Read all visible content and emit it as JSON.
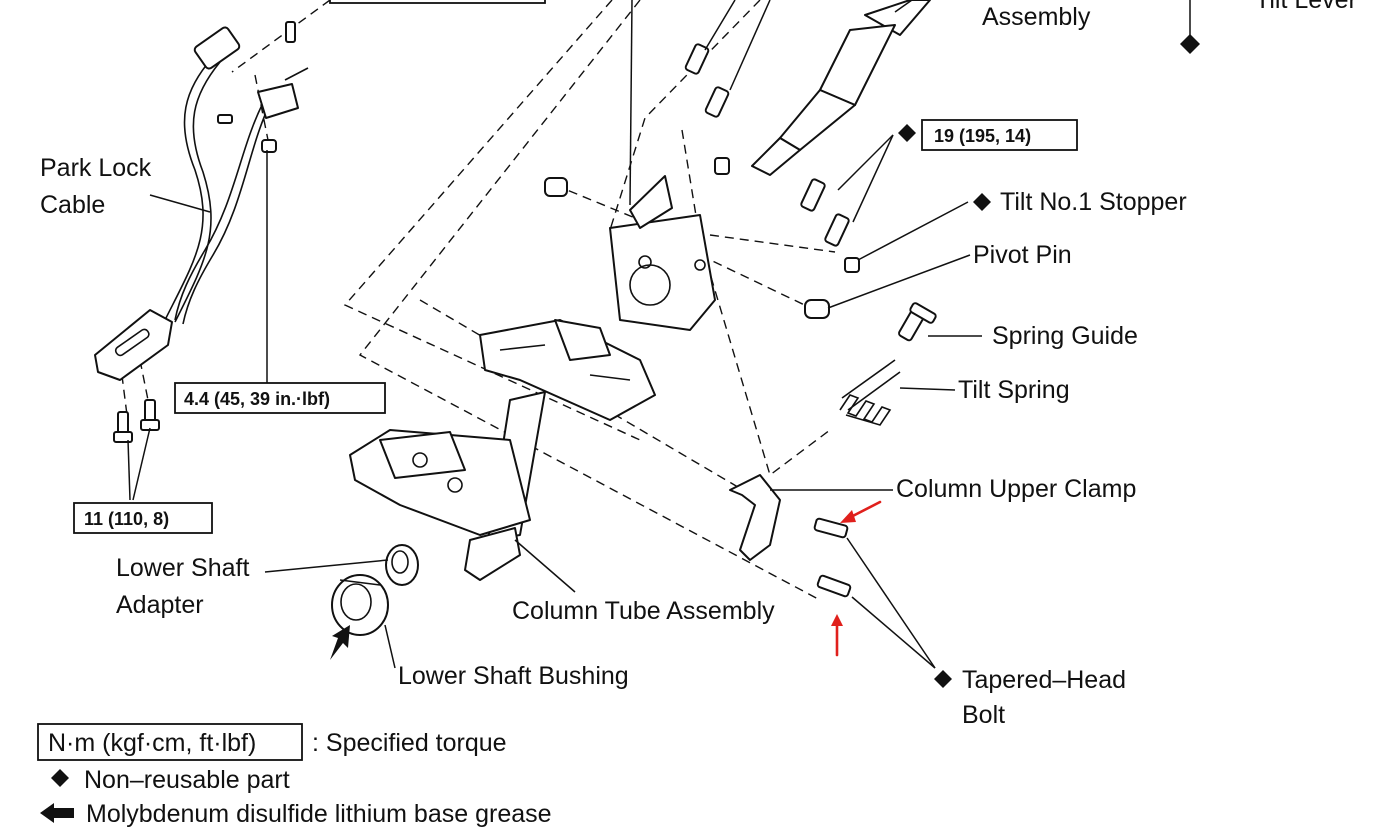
{
  "labels": {
    "park_lock_cable": [
      "Park Lock",
      "Cable"
    ],
    "assembly_top": "Assembly",
    "tilt_lever_top": "Tilt Lever",
    "tilt_no1_stopper": "Tilt No.1 Stopper",
    "pivot_pin": "Pivot Pin",
    "spring_guide": "Spring Guide",
    "tilt_spring": "Tilt Spring",
    "column_upper_clamp": "Column Upper Clamp",
    "lower_shaft_adapter": [
      "Lower Shaft",
      "Adapter"
    ],
    "column_tube_assembly": "Column Tube Assembly",
    "lower_shaft_bushing": "Lower Shaft Bushing",
    "tapered_head_bolt": [
      "Tapered–Head",
      "Bolt"
    ]
  },
  "torque_boxes": {
    "t19": "19 (195, 14)",
    "t44": "4.4 (45, 39 in.·lbf)",
    "t11": "11 (110, 8)"
  },
  "legend": {
    "torque_unit": "N·m (kgf·cm, ft·lbf)",
    "torque_desc": ": Specified torque",
    "non_reusable": "Non–reusable part",
    "grease": "Molybdenum disulfide lithium base grease"
  },
  "colors": {
    "line": "#111111",
    "annotation_red": "#e0201c"
  }
}
